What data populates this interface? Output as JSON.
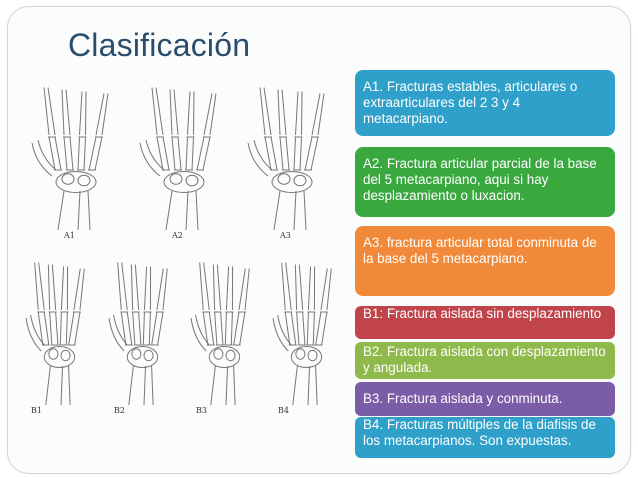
{
  "slide": {
    "title": "Clasificación"
  },
  "figure": {
    "labels": [
      "A1",
      "A2",
      "A3",
      "B1",
      "B2",
      "B3",
      "B4"
    ]
  },
  "boxes": {
    "a1": "A1. Fracturas estables, articulares o extraarticulares del 2 3 y 4 metacarpiano.",
    "a2": "A2. Fractura articular parcial de la base del 5 metacarpiano, aqui si hay desplazamiento o luxacion.",
    "a3": "A3. fractura articular total conminuta de la base del 5 metacarpiano.",
    "b1": "B1: Fractura aislada sin desplazamiento",
    "b2": "B2. Fractura aislada con desplazamiento y angulada.",
    "b3": "B3. Fractura aislada y conminuta.",
    "b4": "B4. Fracturas múltiples de la diafisis de los metacarpianos. Son expuestas."
  },
  "colors": {
    "title": "#2b4d6c",
    "blue": "#2ea0c9",
    "green": "#38a83f",
    "orange": "#f08a3a",
    "red": "#c0444a",
    "lime": "#8fb94a",
    "purple": "#7b5ca6"
  }
}
